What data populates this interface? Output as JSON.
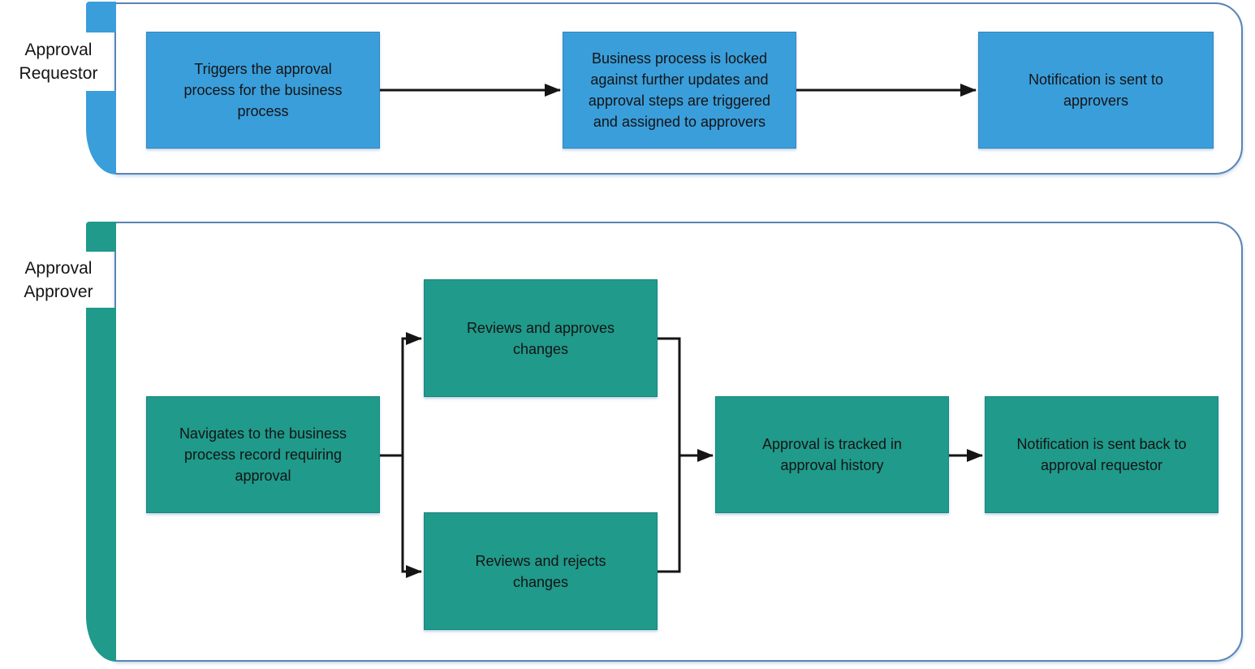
{
  "title": "Approval process flowchart",
  "colors": {
    "accent_blue": "#3A9EDB",
    "accent_teal": "#1F9A8B",
    "lane_border": "#5B84B5",
    "arrow": "#151515",
    "text": "#141414",
    "background": "#FFFFFF"
  },
  "lanes": [
    {
      "id": "approval-requestor",
      "label": "Approval\nRequestor",
      "accent": "#3A9EDB",
      "nodes": [
        {
          "id": "triggers-approval",
          "text": "Triggers the approval\nprocess for the business\nprocess"
        },
        {
          "id": "process-locked",
          "text": "Business process is locked\nagainst further updates and\napproval steps are triggered\nand assigned to approvers"
        },
        {
          "id": "notification-to-approvers",
          "text": "Notification is sent to\napprovers"
        }
      ]
    },
    {
      "id": "approval-approver",
      "label": "Approval\nApprover",
      "accent": "#1F9A8B",
      "nodes": [
        {
          "id": "navigates-to-record",
          "text": "Navigates to the business\nprocess record requiring\napproval"
        },
        {
          "id": "reviews-approves",
          "text": "Reviews and approves\nchanges"
        },
        {
          "id": "reviews-rejects",
          "text": "Reviews and rejects\nchanges"
        },
        {
          "id": "approval-tracked",
          "text": "Approval is tracked in\napproval history"
        },
        {
          "id": "notification-back",
          "text": "Notification is sent back to\napproval requestor"
        }
      ]
    }
  ],
  "connectors": [
    {
      "from": "triggers-approval",
      "to": "process-locked"
    },
    {
      "from": "process-locked",
      "to": "notification-to-approvers"
    },
    {
      "from": "navigates-to-record",
      "to": "reviews-approves"
    },
    {
      "from": "navigates-to-record",
      "to": "reviews-rejects"
    },
    {
      "from": "reviews-approves",
      "to": "approval-tracked"
    },
    {
      "from": "reviews-rejects",
      "to": "approval-tracked"
    },
    {
      "from": "approval-tracked",
      "to": "notification-back"
    }
  ]
}
